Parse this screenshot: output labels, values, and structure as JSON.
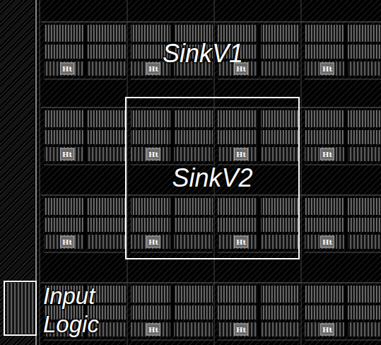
{
  "diagram": {
    "nodes": [
      {
        "text": [
          "SinkV2"
        ]
      },
      {
        "text": [
          "Input Logic"
        ]
      }
    ],
    "labels": [
      "SinkV1",
      "Ht",
      "Ht",
      "Ht",
      "Ht",
      "Ht",
      "Ht",
      "Ht",
      "Ht",
      "Ht",
      "Ht",
      "Ht",
      "Ht",
      "Ht",
      "Ht",
      "Ht"
    ]
  }
}
